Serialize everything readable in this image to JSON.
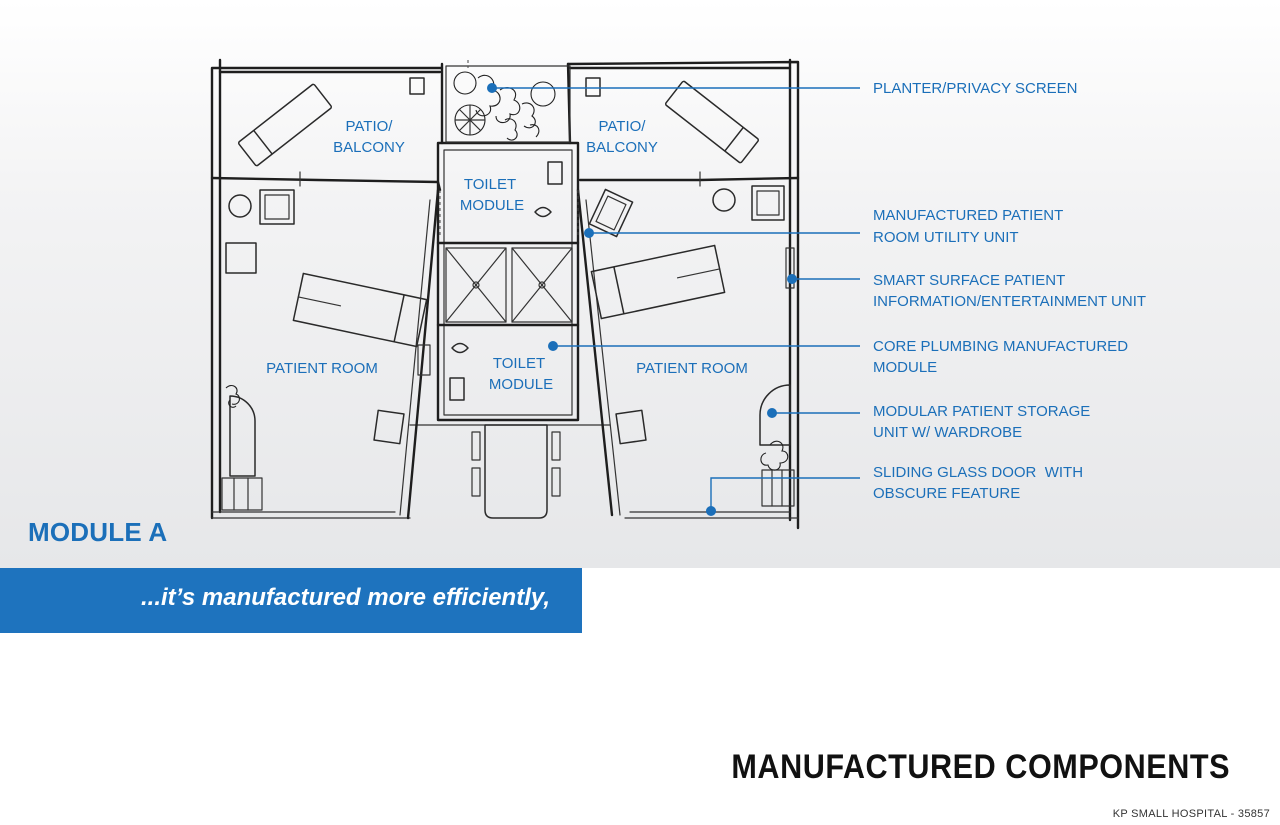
{
  "module": {
    "title": "MODULE A"
  },
  "tagline": "...it’s manufactured more efficiently,",
  "section_title": "MANUFACTURED COMPONENTS",
  "footer": "KP SMALL HOSPITAL - 35857",
  "accent_color": "#1b6fb9",
  "rooms": {
    "patio_left": [
      "PATIO/",
      "BALCONY"
    ],
    "patio_right": [
      "PATIO/",
      "BALCONY"
    ],
    "toilet_top": [
      "TOILET",
      "MODULE"
    ],
    "toilet_bottom": [
      "TOILET",
      "MODULE"
    ],
    "patient_left": "PATIENT ROOM",
    "patient_right": "PATIENT ROOM"
  },
  "callouts": [
    {
      "lines": [
        "PLANTER/PRIVACY SCREEN"
      ]
    },
    {
      "lines": [
        "MANUFACTURED PATIENT",
        "ROOM UTILITY UNIT"
      ]
    },
    {
      "lines": [
        "SMART SURFACE PATIENT",
        "INFORMATION/ENTERTAINMENT UNIT"
      ]
    },
    {
      "lines": [
        "CORE PLUMBING MANUFACTURED",
        "MODULE"
      ]
    },
    {
      "lines": [
        "MODULAR PATIENT STORAGE",
        "UNIT W/ WARDROBE"
      ]
    },
    {
      "lines": [
        "SLIDING GLASS DOOR  WITH",
        "OBSCURE FEATURE"
      ]
    }
  ]
}
